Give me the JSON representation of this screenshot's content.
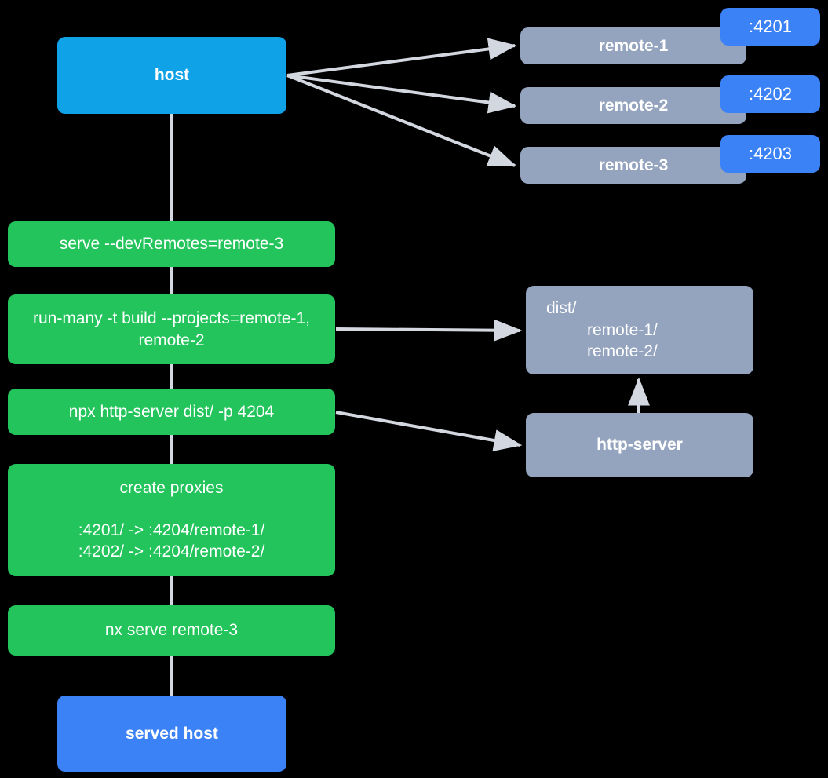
{
  "diagram": {
    "title": "Nx host and remotes dev-serve flow",
    "background": "#000000",
    "colors": {
      "host": "#0FA2E7",
      "served_host": "#3B82F6",
      "remote": "#94A3BE",
      "command": "#24C45C",
      "artifact": "#94A3BE",
      "port_badge": "#3B82F6",
      "edge": "#D2D7E0",
      "text": "#FFFFFF"
    }
  },
  "nodes": {
    "host": {
      "label": "host"
    },
    "served_host": {
      "label": "served host"
    },
    "remotes": [
      {
        "label": "remote-1",
        "port": ":4201"
      },
      {
        "label": "remote-2",
        "port": ":4202"
      },
      {
        "label": "remote-3",
        "port": ":4203"
      }
    ],
    "commands": [
      {
        "id": "serve",
        "label": "serve --devRemotes=remote-3"
      },
      {
        "id": "run-many",
        "label": "run-many -t build --projects=remote-1, remote-2"
      },
      {
        "id": "http-server-cmd",
        "label": "npx http-server dist/ -p 4204"
      },
      {
        "id": "create-proxies",
        "title": "create proxies",
        "lines": [
          ":4201/ -> :4204/remote-1/",
          ":4202/ -> :4204/remote-2/"
        ]
      },
      {
        "id": "nx-serve",
        "label": "nx serve remote-3"
      }
    ],
    "dist": {
      "root": "dist/",
      "children": [
        "remote-1/",
        "remote-2/"
      ]
    },
    "http_server": {
      "label": "http-server"
    }
  },
  "edges": [
    {
      "from": "host",
      "to": "remote-1"
    },
    {
      "from": "host",
      "to": "remote-2"
    },
    {
      "from": "host",
      "to": "remote-3"
    },
    {
      "from": "run-many",
      "to": "dist"
    },
    {
      "from": "http-server-cmd",
      "to": "http-server"
    },
    {
      "from": "http-server",
      "to": "dist"
    },
    {
      "from": "host",
      "to": "serve"
    },
    {
      "from": "serve",
      "to": "run-many"
    },
    {
      "from": "run-many",
      "to": "http-server-cmd"
    },
    {
      "from": "http-server-cmd",
      "to": "create-proxies"
    },
    {
      "from": "create-proxies",
      "to": "nx-serve"
    },
    {
      "from": "nx-serve",
      "to": "served-host"
    }
  ]
}
